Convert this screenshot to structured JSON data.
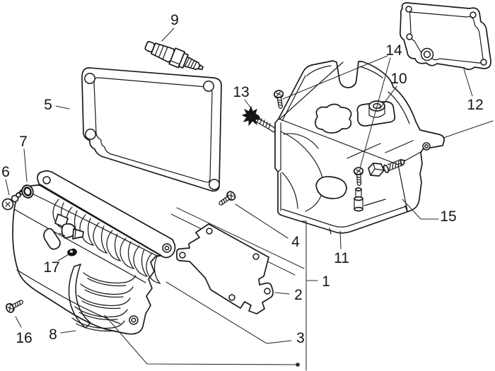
{
  "figure": {
    "type": "exploded-parts-diagram",
    "background_color": "#ffffff",
    "line_color": "#1a1a1a",
    "accent_fill_color": "#141414"
  },
  "callouts": {
    "c1": "1",
    "c2": "2",
    "c3": "3",
    "c4": "4",
    "c5": "5",
    "c6": "6",
    "c7": "7",
    "c8": "8",
    "c9": "9",
    "c10": "10",
    "c11": "11",
    "c12": "12",
    "c13": "13",
    "c14": "14",
    "c15": "15",
    "c16": "16",
    "c17": "17"
  }
}
